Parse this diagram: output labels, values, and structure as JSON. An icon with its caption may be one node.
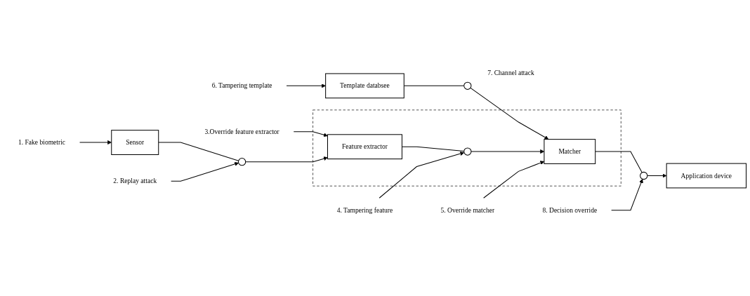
{
  "diagram": {
    "nodes": [
      {
        "text": [
          "Template databsee"
        ]
      },
      {
        "text": [
          "6. Tampering template"
        ]
      },
      {
        "text": [
          "3.Override feature extractor"
        ]
      },
      {
        "text": [],
        "shape": "circle",
        "beside": [
          "7. Channel attack"
        ]
      },
      {
        "text": [],
        "shape": "box"
      },
      {
        "text": [
          "Sensor"
        ]
      },
      {
        "text": [],
        "shape": "circle"
      },
      {
        "text": [
          "Feature extractor"
        ],
        "in": 4
      },
      {
        "text": [],
        "shape": "circle",
        "in": 4
      },
      {
        "text": [
          "Matcher"
        ],
        "in": 4
      },
      {
        "text": [],
        "shape": "circle"
      },
      {
        "text": [
          "Application device"
        ]
      },
      {
        "text": [
          "1. Fake biometric"
        ]
      },
      {
        "text": [
          "2. Replay attack"
        ]
      },
      {
        "text": [
          "4. Tampering feature"
        ]
      },
      {
        "text": [
          "5. Override matcher"
        ]
      },
      {
        "text": [
          "8. Decision override"
        ]
      }
    ],
    "edges": [
      {
        "from": 1,
        "to": 0,
        "arrow": "to"
      },
      {
        "from": 2,
        "to": 7,
        "arrow": "to"
      },
      {
        "from": 0,
        "to": 3,
        "arrow": "none"
      },
      {
        "from": 3,
        "to": 9,
        "arrow": "to"
      },
      {
        "from": 5,
        "to": 6,
        "arrow": "none"
      },
      {
        "from": 6,
        "to": 7,
        "arrow": "to"
      },
      {
        "from": 13,
        "to": 6,
        "arrow": "to"
      },
      {
        "from": 7,
        "to": 8,
        "arrow": "none"
      },
      {
        "from": 8,
        "to": 9,
        "arrow": "to"
      },
      {
        "from": 14,
        "to": 8,
        "arrow": "to"
      },
      {
        "from": 12,
        "to": 5,
        "arrow": "to"
      },
      {
        "from": 15,
        "to": 9,
        "arrow": "to"
      },
      {
        "from": 9,
        "to": 10,
        "arrow": "none"
      },
      {
        "from": 10,
        "to": 11,
        "arrow": "to"
      },
      {
        "from": 16,
        "to": 10,
        "arrow": "to"
      }
    ]
  }
}
